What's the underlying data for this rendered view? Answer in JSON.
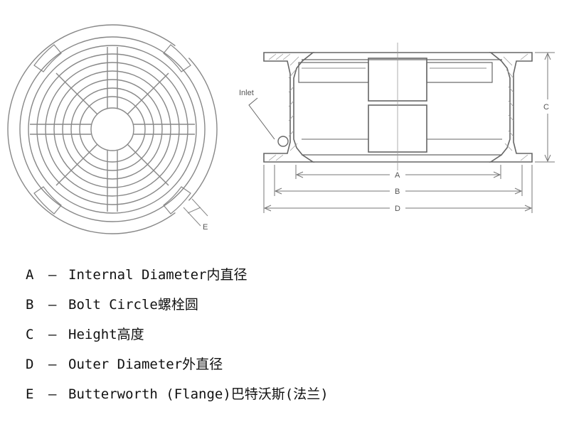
{
  "diagram": {
    "labels": {
      "inlet": "Inlet",
      "a": "A",
      "b": "B",
      "c": "C",
      "d": "D",
      "e": "E"
    }
  },
  "legend": {
    "items": [
      {
        "letter": "A",
        "dash": "–",
        "text": "Internal Diameter内直径"
      },
      {
        "letter": "B",
        "dash": "–",
        "text": "Bolt Circle螺栓圆"
      },
      {
        "letter": "C",
        "dash": "–",
        "text": "Height高度"
      },
      {
        "letter": "D",
        "dash": "–",
        "text": "Outer Diameter外直径"
      },
      {
        "letter": "E",
        "dash": "–",
        "text": "Butterworth (Flange)巴特沃斯(法兰)"
      }
    ]
  }
}
